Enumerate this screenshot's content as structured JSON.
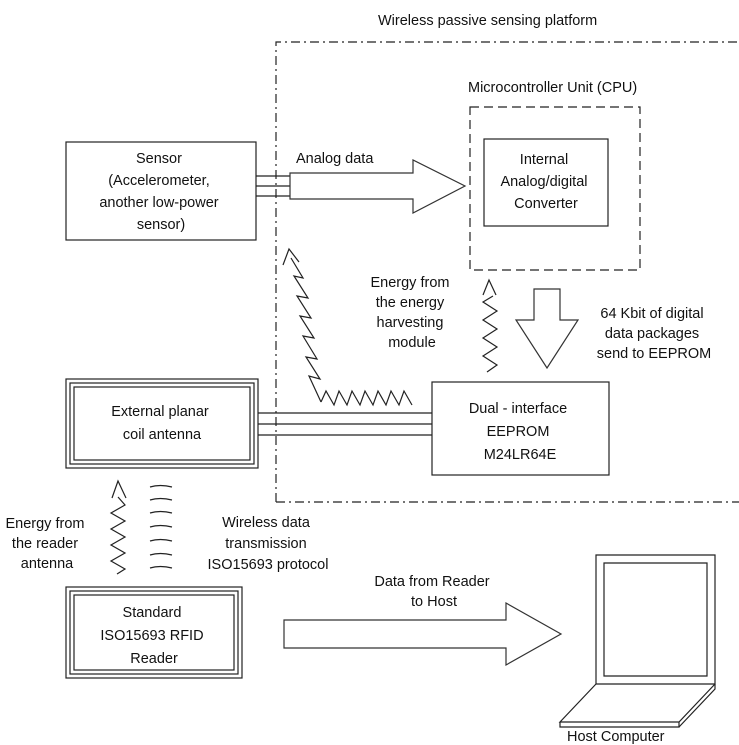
{
  "platform": {
    "title": "Wireless passive sensing platform",
    "mcu_title": "Microcontroller Unit (CPU)"
  },
  "sensor": {
    "lines": [
      "Sensor",
      "(Accelerometer,",
      "another low-power",
      "sensor)"
    ]
  },
  "adc": {
    "lines": [
      "Internal",
      "Analog/digital",
      "Converter"
    ]
  },
  "analog_arrow": {
    "label": "Analog data"
  },
  "energy_harvest": {
    "lines": [
      "Energy from",
      "the energy",
      "harvesting",
      "module"
    ]
  },
  "eeprom_arrow": {
    "lines": [
      "64 Kbit of digital",
      "data packages",
      "send to EEPROM"
    ]
  },
  "eeprom": {
    "lines": [
      "Dual - interface",
      "EEPROM",
      "M24LR64E"
    ]
  },
  "antenna": {
    "lines": [
      "External planar",
      "coil antenna"
    ]
  },
  "reader_energy": {
    "lines": [
      "Energy from",
      "the reader",
      "antenna"
    ]
  },
  "wireless": {
    "lines": [
      "Wireless data",
      "transmission",
      "ISO15693 protocol"
    ]
  },
  "reader": {
    "lines": [
      "Standard",
      "ISO15693 RFID",
      "Reader"
    ]
  },
  "host_arrow": {
    "lines": [
      "Data from Reader",
      "to Host"
    ]
  },
  "host": {
    "label": "Host Computer"
  }
}
